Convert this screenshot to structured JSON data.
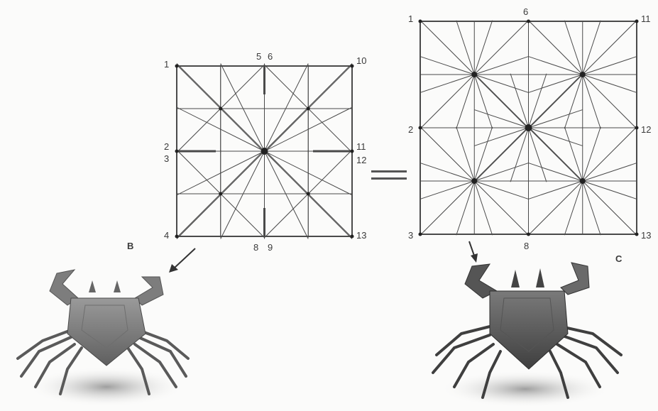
{
  "left_pattern": {
    "corner_labels": [
      "1",
      "2",
      "3",
      "4",
      "5",
      "6",
      "8",
      "9",
      "10",
      "11",
      "12",
      "13"
    ],
    "caption": "B"
  },
  "right_pattern": {
    "corner_labels": [
      "1",
      "2",
      "3",
      "6",
      "8",
      "11",
      "12",
      "13"
    ],
    "caption": "C"
  },
  "equals_sign": "=",
  "colors": {
    "line": "#4a4a4a",
    "dot": "#222222",
    "background": "#fbfbfa",
    "crab_dark": "#5c5c5c",
    "crab_light": "#9a9a9a"
  },
  "icons": [
    "arrow-icon",
    "crab-model-image"
  ]
}
